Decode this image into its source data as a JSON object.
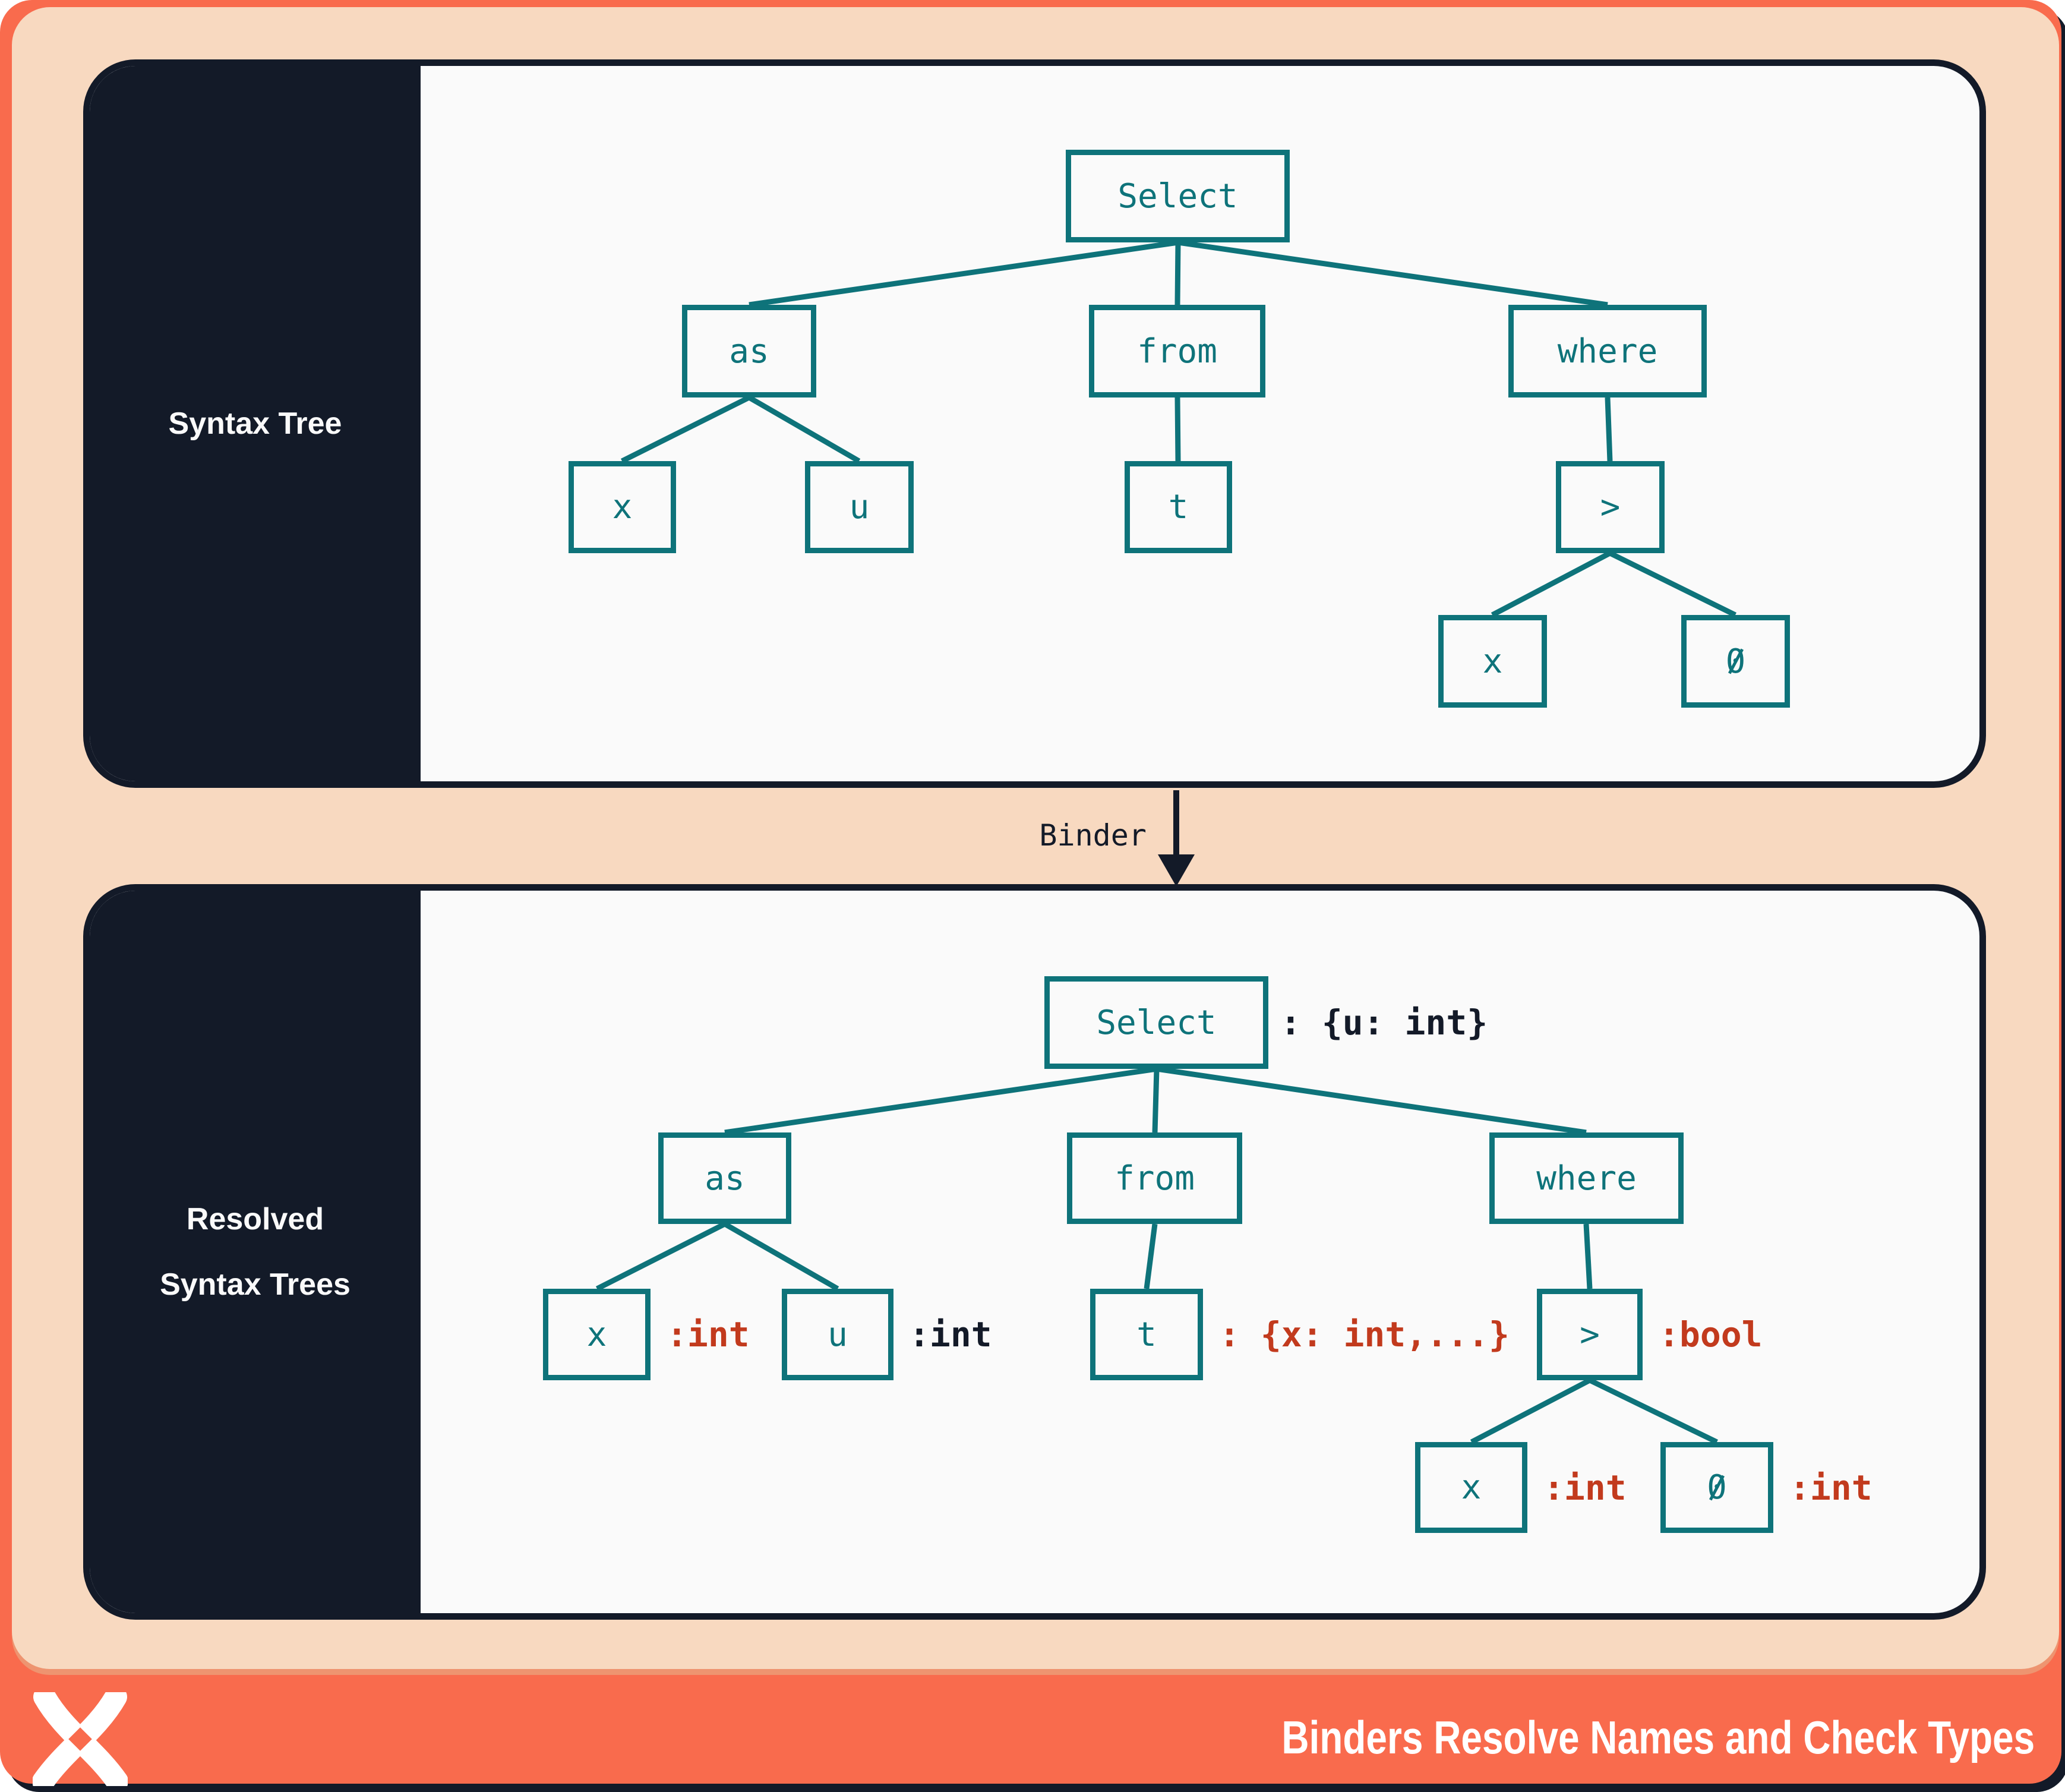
{
  "footer": {
    "title": "Binders Resolve Names and Check Types",
    "logo_icon": "x-ribbon-logo"
  },
  "binder": {
    "label": "Binder"
  },
  "panels": {
    "syntax": {
      "label": "Syntax Tree"
    },
    "resolved": {
      "label_line1": "Resolved",
      "label_line2": "Syntax Trees"
    }
  },
  "syntax_tree": {
    "nodes": {
      "select": "Select",
      "as": "as",
      "from": "from",
      "where": "where",
      "x": "x",
      "u": "u",
      "t": "t",
      "gt": ">",
      "x2": "x",
      "zero": "0"
    }
  },
  "resolved_tree": {
    "nodes": {
      "select": "Select",
      "as": "as",
      "from": "from",
      "where": "where",
      "x": "x",
      "u": "u",
      "t": "t",
      "gt": ">",
      "x2": "x",
      "zero": "0"
    },
    "annotations": {
      "select": ": {u: int}",
      "x": ":int",
      "u": ":int",
      "t": ": {x: int,...}",
      "gt": ":bool",
      "x2": ":int",
      "zero": ":int"
    }
  },
  "colors": {
    "orange": "#F96B4D",
    "peach": "#F8D9C0",
    "navy": "#131A28",
    "teal": "#0E737A",
    "red": "#C23A1D",
    "panel_bg": "#FAFAFA"
  }
}
